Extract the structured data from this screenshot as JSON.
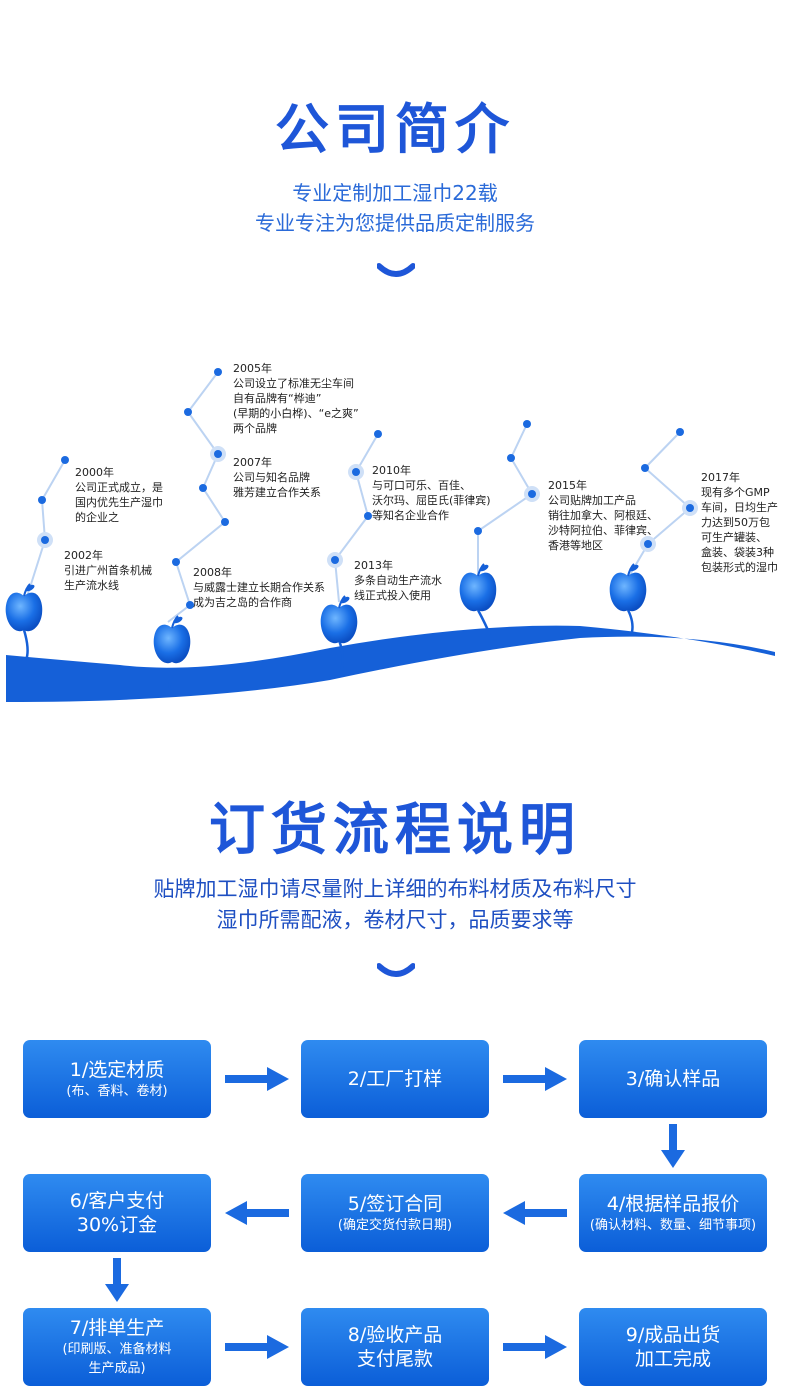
{
  "intro": {
    "title": "公司简介",
    "subtitle_line1": "专业定制加工湿巾22载",
    "subtitle_line2": "专业专注为您提供品质定制服务"
  },
  "milestones": [
    {
      "year": "2000年",
      "text": "公司正式成立，是\n国内优先生产湿巾\n的企业之"
    },
    {
      "year": "2002年",
      "text": "引进广州首条机械\n生产流水线"
    },
    {
      "year": "2005年",
      "text": "公司设立了标准无尘车间\n自有品牌有“桦迪”\n(早期的小白桦)、“e之爽”\n两个品牌"
    },
    {
      "year": "2007年",
      "text": "公司与知名品牌\n雅芳建立合作关系"
    },
    {
      "year": "2008年",
      "text": "与威露士建立长期合作关系\n成为吉之岛的合作商"
    },
    {
      "year": "2010年",
      "text": "与可口可乐、百佳、\n沃尔玛、屈臣氏(菲律宾)\n等知名企业合作"
    },
    {
      "year": "2013年",
      "text": "多条自动生产流水\n线正式投入使用"
    },
    {
      "year": "2015年",
      "text": "公司贴牌加工产品\n销往加拿大、阿根廷、\n沙特阿拉伯、菲律宾、\n香港等地区"
    },
    {
      "year": "2017年",
      "text": "现有多个GMP\n车间，日均生产\n力达到50万包\n可生产罐装、\n盒装、袋装3种\n包装形式的湿巾"
    }
  ],
  "order": {
    "title": "订货流程说明",
    "subtitle_line1": "贴牌加工湿巾请尽量附上详细的布料材质及布料尺寸",
    "subtitle_line2": "湿巾所需配液，卷材尺寸，品质要求等"
  },
  "steps": [
    {
      "main": "1/选定材质",
      "note": "(布、香料、卷材)"
    },
    {
      "main": "2/工厂打样",
      "note": ""
    },
    {
      "main": "3/确认样品",
      "note": ""
    },
    {
      "main": "4/根据样品报价",
      "note": "(确认材料、数量、细节事项)"
    },
    {
      "main": "5/签订合同",
      "note": "(确定交货付款日期)"
    },
    {
      "main": "6/客户支付\n30%订金",
      "note": ""
    },
    {
      "main": "7/排单生产",
      "note": "(印刷版、准备材料\n生产成品)"
    },
    {
      "main": "8/验收产品\n支付尾款",
      "note": ""
    },
    {
      "main": "9/成品出货\n加工完成",
      "note": ""
    }
  ],
  "colors": {
    "brand_blue": "#1e56d8",
    "box_top": "#2f8bf0",
    "box_bottom": "#0b5ed8"
  }
}
